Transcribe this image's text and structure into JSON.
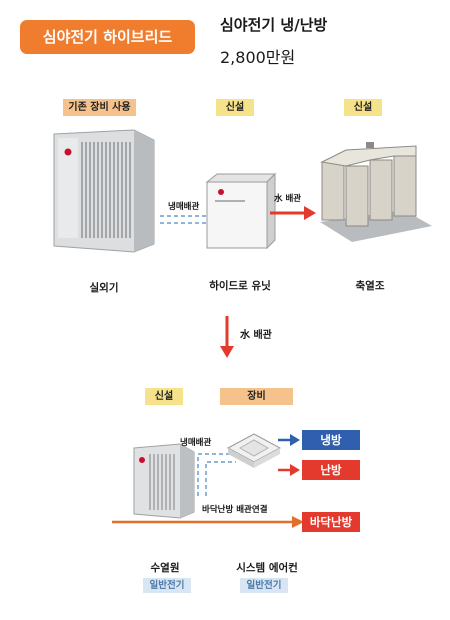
{
  "title_badge": "심야전기 하이브리드",
  "header": {
    "line1": "심야전기 냉/난방",
    "line2": "2,800만원"
  },
  "top": {
    "tags": {
      "existing": "기존 장비 사용",
      "new1": "신설",
      "new2": "신설"
    },
    "pipe_refrigerant": "냉매배관",
    "pipe_water": "水 배관",
    "labels": {
      "outdoor": "실외기",
      "hydro": "하이드로 유닛",
      "tank": "축열조"
    }
  },
  "middle": {
    "pipe_water": "水 배관"
  },
  "bottom": {
    "tags": {
      "new": "신설",
      "equip": "장비"
    },
    "pipe_refrigerant": "냉매배관",
    "floor_connect": "바닥난방 배관연결",
    "outputs": {
      "cooling": "냉방",
      "heating": "난방",
      "floor": "바닥난방"
    },
    "labels": {
      "source": "수열원",
      "system_ac": "시스템 에어컨"
    },
    "sub_tags": {
      "source": "일반전기",
      "system_ac": "일반전기"
    }
  },
  "colors": {
    "orange": "#f07d2e",
    "blue": "#2f5fae",
    "red": "#e43a2e",
    "tag_yellow": "#f6e28a",
    "tag_orange": "#f5c28c"
  }
}
